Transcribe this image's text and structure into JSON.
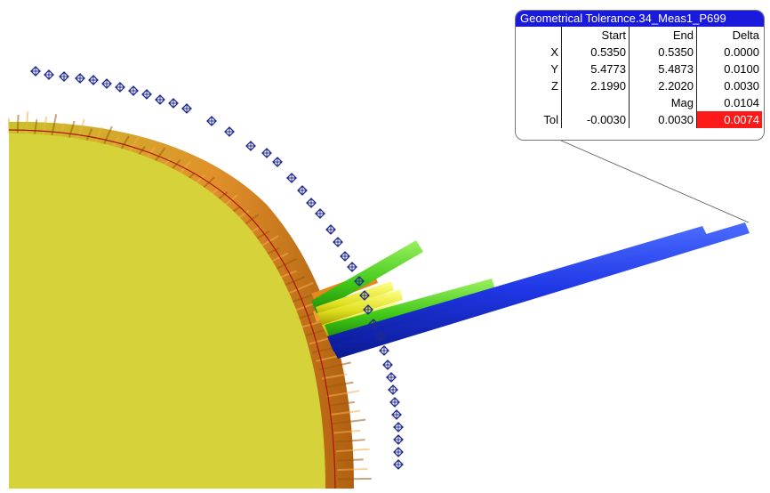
{
  "label": {
    "title": "Geometrical Tolerance.34_Meas1_P699",
    "headers": [
      "",
      "Start",
      "End",
      "Delta"
    ],
    "rows": [
      {
        "name": "X",
        "start": "0.5350",
        "end": "0.5350",
        "delta": "0.0000"
      },
      {
        "name": "Y",
        "start": "5.4773",
        "end": "5.4873",
        "delta": "0.0100"
      },
      {
        "name": "Z",
        "start": "2.1990",
        "end": "2.2020",
        "delta": "0.0030"
      },
      {
        "name": "",
        "start": "",
        "end": "Mag",
        "delta": "0.0104"
      },
      {
        "name": "Tol",
        "start": "-0.0030",
        "end": "0.0030",
        "delta": "0.0074"
      }
    ],
    "out_of_tolerance_color": "#ff1a1a"
  },
  "colors": {
    "title_bar": "#1a1adc",
    "surface": "#d6d33a",
    "deviation_ok": "#e0e020",
    "deviation_warn": "#3fc818",
    "deviation_high": "#1f36e6",
    "deviation_low": "#e38a1d",
    "measured_points": "#1f2a8c"
  },
  "icons": {
    "measured_point": "crossed-diamond-icon"
  }
}
